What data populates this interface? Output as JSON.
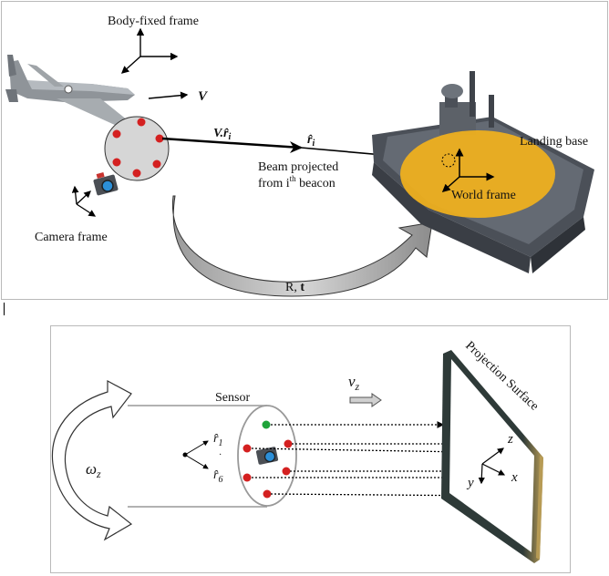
{
  "top": {
    "body_frame_label": "Body-fixed frame",
    "velocity_label": "V",
    "beam_dot_label": "V.r̂",
    "beam_dot_sub": "i",
    "rhat_label": "r̂",
    "rhat_sub": "i",
    "beam_line1": "Beam projected",
    "beam_line2_pre": "from i",
    "beam_line2_sup": "th",
    "beam_line2_post": " beacon",
    "landing_base_label": "Landing base",
    "world_frame_label": "World frame",
    "camera_frame_label": "Camera frame",
    "transform_label_r": "R, ",
    "transform_label_t": "t"
  },
  "bottom": {
    "sensor_label": "Sensor",
    "vz_label": "v",
    "vz_sub": "z",
    "omega_label": "ω",
    "omega_sub": "z",
    "projection_surface_label": "Projection Surface",
    "r1_label": "r̂",
    "r1_sub": "1",
    "r6_label": "r̂",
    "r6_sub": "6",
    "axis_z": "z",
    "axis_x": "x",
    "axis_y": "y"
  },
  "colors": {
    "beacon_red": "#d42020",
    "beacon_green": "#1fa33a",
    "deck_highlight": "#f2b21c",
    "ship_gray": "#5b6068",
    "arrow_gray": "#8a8a8a"
  }
}
